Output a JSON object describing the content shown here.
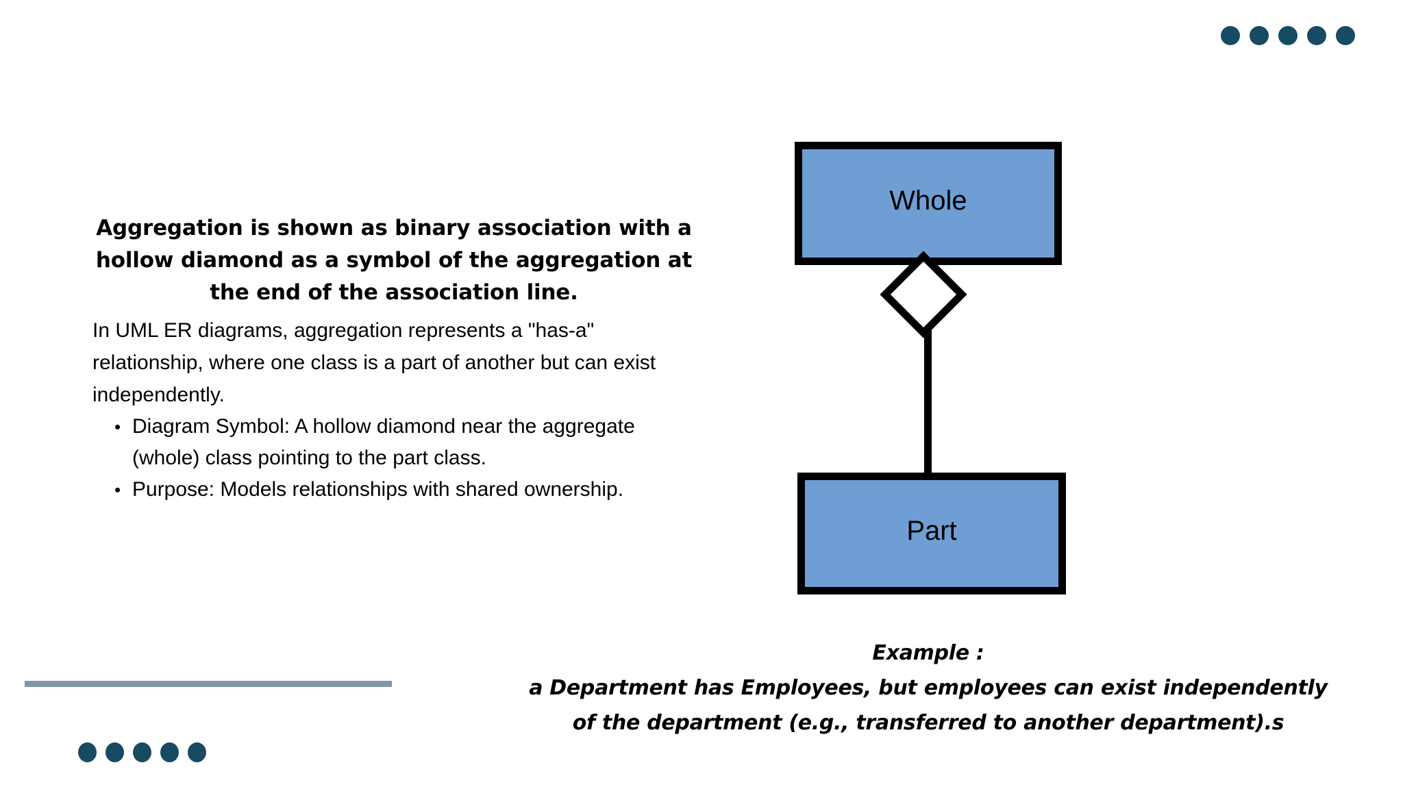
{
  "slide": {
    "background_color": "#ffffff",
    "accent_color": "#174a63",
    "rule_color": "#7f98a7"
  },
  "decor": {
    "top_dots": [
      "dot",
      "dot",
      "dot",
      "dot",
      "dot"
    ],
    "bottom_dots": [
      "dot",
      "dot",
      "dot",
      "dot",
      "dot"
    ]
  },
  "content": {
    "lead_heading": "Aggregation is shown as binary association with a hollow diamond as a symbol of the aggregation at the end of the association line.",
    "body_paragraph": "In UML ER diagrams, aggregation represents a \"has-a\" relationship, where one class is a part of another but can exist independently.",
    "bullets": [
      {
        "marker": "•",
        "text": "Diagram Symbol: A hollow diamond near the aggregate (whole) class pointing to the part class."
      },
      {
        "marker": "•",
        "text": "Purpose: Models relationships with shared ownership."
      }
    ]
  },
  "diagram": {
    "type": "uml-aggregation",
    "box_fill_color": "#6f9ed4",
    "outline_color": "#000000",
    "whole_label": "Whole",
    "part_label": "Part",
    "relationship_symbol": "hollow-diamond"
  },
  "caption": {
    "lines": [
      "Example :",
      "a Department has Employees, but employees can exist independently",
      "of the department (e.g., transferred to another department).s"
    ]
  }
}
